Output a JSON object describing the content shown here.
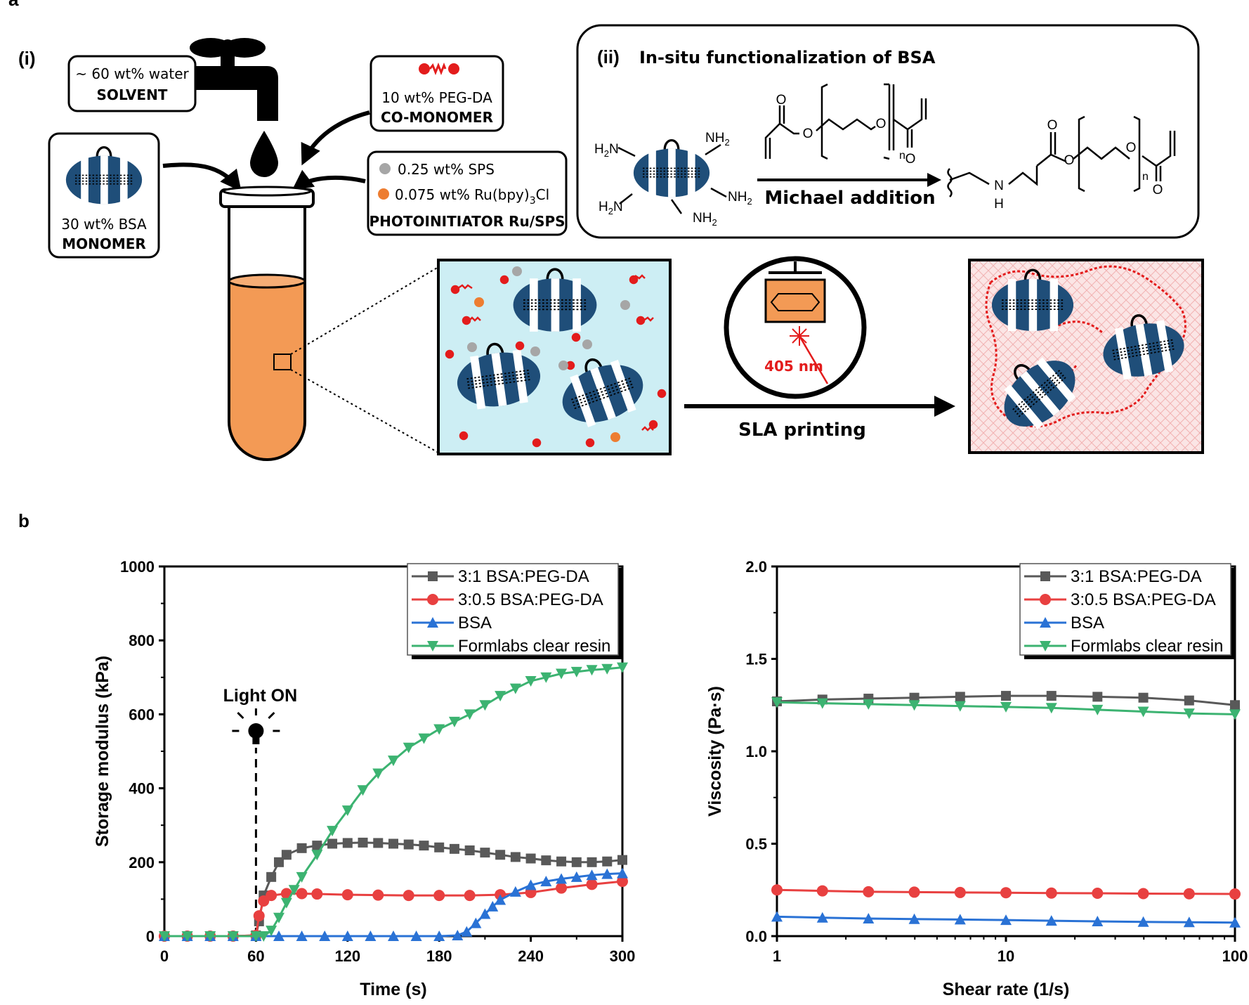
{
  "panel_a": {
    "letter": "a",
    "sub_i": "(i)",
    "sub_ii": "(ii)",
    "title_ii": "In-situ functionalization of BSA",
    "solvent_amount": "~ 60 wt% water",
    "solvent_label": "SOLVENT",
    "comonomer_amount": "10 wt% PEG-DA",
    "comonomer_label": "CO-MONOMER",
    "monomer_amount": "30 wt% BSA",
    "monomer_label": "MONOMER",
    "sps_amount": "0.25 wt% SPS",
    "ru_amount": "0.075 wt% Ru(bpy)",
    "ru_sub": "3",
    "ru_tail": "Cl",
    "photoinitiator_label": "PHOTOINITIATOR Ru/SPS",
    "reaction_label": "Michael addition",
    "nh2": "NH",
    "nh2_sub": "2",
    "h2n": "H",
    "h2n_tail": "N",
    "o_label": "O",
    "n_label": "n",
    "amine_n": "N",
    "amine_h": "H",
    "wavelength": "405 nm",
    "printing_label": "SLA printing",
    "colors": {
      "protein": "#1f4e79",
      "resin": "#f39a55",
      "bath": "#cdeef4",
      "peg": "#e31c1c",
      "sps": "#a6a6a6",
      "ru": "#ed7d31",
      "gel_bg": "#fbe5e5"
    }
  },
  "panel_b": {
    "letter": "b"
  },
  "chart_data": [
    {
      "type": "line",
      "xlabel": "Time (s)",
      "ylabel": "Storage modulus (kPa)",
      "xlim": [
        0,
        300
      ],
      "ylim": [
        0,
        1000
      ],
      "xticks": [
        0,
        60,
        120,
        180,
        240,
        300
      ],
      "yticks": [
        0,
        200,
        400,
        600,
        800,
        1000
      ],
      "annotation": {
        "text": "Light ON",
        "x": 60
      },
      "legend_position": "top-right",
      "series": [
        {
          "name": "3:1 BSA:PEG-DA",
          "color": "#595959",
          "marker": "square",
          "x": [
            0,
            15,
            30,
            45,
            60,
            62,
            65,
            70,
            75,
            80,
            90,
            100,
            110,
            120,
            130,
            140,
            150,
            160,
            170,
            180,
            190,
            200,
            210,
            220,
            230,
            240,
            250,
            260,
            270,
            280,
            290,
            300
          ],
          "y": [
            0,
            0,
            0,
            0,
            2,
            40,
            110,
            160,
            200,
            220,
            238,
            245,
            250,
            252,
            253,
            252,
            250,
            248,
            245,
            240,
            236,
            232,
            226,
            220,
            214,
            210,
            205,
            202,
            200,
            200,
            202,
            206
          ]
        },
        {
          "name": "3:0.5 BSA:PEG-DA",
          "color": "#e84040",
          "marker": "circle",
          "x": [
            0,
            15,
            30,
            45,
            60,
            62,
            65,
            70,
            80,
            90,
            100,
            120,
            140,
            160,
            180,
            200,
            220,
            240,
            260,
            280,
            300
          ],
          "y": [
            0,
            0,
            0,
            0,
            2,
            55,
            95,
            110,
            115,
            115,
            114,
            112,
            111,
            110,
            110,
            110,
            112,
            118,
            130,
            140,
            148
          ]
        },
        {
          "name": "BSA",
          "color": "#2a72d5",
          "marker": "triangle-up",
          "x": [
            0,
            15,
            30,
            45,
            60,
            75,
            90,
            105,
            120,
            135,
            150,
            165,
            180,
            192,
            198,
            204,
            210,
            215,
            220,
            230,
            240,
            250,
            260,
            270,
            280,
            290,
            300
          ],
          "y": [
            0,
            0,
            0,
            0,
            0,
            0,
            0,
            0,
            0,
            0,
            0,
            0,
            0,
            2,
            12,
            35,
            60,
            80,
            98,
            120,
            138,
            148,
            155,
            160,
            165,
            168,
            170
          ]
        },
        {
          "name": "Formlabs clear resin",
          "color": "#3cb371",
          "marker": "triangle-down",
          "x": [
            0,
            15,
            30,
            45,
            60,
            65,
            70,
            75,
            80,
            85,
            90,
            100,
            110,
            120,
            130,
            140,
            150,
            160,
            170,
            180,
            190,
            200,
            210,
            220,
            230,
            240,
            250,
            260,
            270,
            280,
            290,
            300
          ],
          "y": [
            0,
            0,
            0,
            0,
            0,
            0,
            15,
            50,
            90,
            125,
            160,
            220,
            285,
            340,
            395,
            440,
            475,
            510,
            535,
            560,
            580,
            600,
            625,
            650,
            670,
            690,
            700,
            710,
            715,
            720,
            723,
            727
          ]
        }
      ]
    },
    {
      "type": "line",
      "xlabel": "Shear rate (1/s)",
      "ylabel": "Viscosity (Pa·s)",
      "xscale": "log",
      "xlim": [
        1,
        100
      ],
      "ylim": [
        0,
        2.0
      ],
      "xticks": [
        1,
        10,
        100
      ],
      "ytick_labels": [
        "0.0",
        "0.5",
        "1.0",
        "1.5",
        "2.0"
      ],
      "yticks": [
        0,
        0.5,
        1.0,
        1.5,
        2.0
      ],
      "legend_position": "top-right",
      "series": [
        {
          "name": "3:1 BSA:PEG-DA",
          "color": "#595959",
          "marker": "square",
          "x": [
            1,
            1.58,
            2.51,
            3.98,
            6.31,
            10,
            15.8,
            25.1,
            39.8,
            63.1,
            100
          ],
          "y": [
            1.27,
            1.28,
            1.285,
            1.29,
            1.295,
            1.3,
            1.3,
            1.295,
            1.29,
            1.275,
            1.25
          ]
        },
        {
          "name": "3:0.5 BSA:PEG-DA",
          "color": "#e84040",
          "marker": "circle",
          "x": [
            1,
            1.58,
            2.51,
            3.98,
            6.31,
            10,
            15.8,
            25.1,
            39.8,
            63.1,
            100
          ],
          "y": [
            0.25,
            0.245,
            0.24,
            0.238,
            0.236,
            0.235,
            0.233,
            0.232,
            0.23,
            0.229,
            0.228
          ]
        },
        {
          "name": "BSA",
          "color": "#2a72d5",
          "marker": "triangle-up",
          "x": [
            1,
            1.58,
            2.51,
            3.98,
            6.31,
            10,
            15.8,
            25.1,
            39.8,
            63.1,
            100
          ],
          "y": [
            0.105,
            0.1,
            0.095,
            0.092,
            0.09,
            0.087,
            0.083,
            0.08,
            0.077,
            0.075,
            0.073
          ]
        },
        {
          "name": "Formlabs clear resin",
          "color": "#3cb371",
          "marker": "triangle-down",
          "x": [
            1,
            1.58,
            2.51,
            3.98,
            6.31,
            10,
            15.8,
            25.1,
            39.8,
            63.1,
            100
          ],
          "y": [
            1.265,
            1.26,
            1.255,
            1.25,
            1.245,
            1.24,
            1.235,
            1.225,
            1.215,
            1.205,
            1.2
          ]
        }
      ]
    }
  ]
}
